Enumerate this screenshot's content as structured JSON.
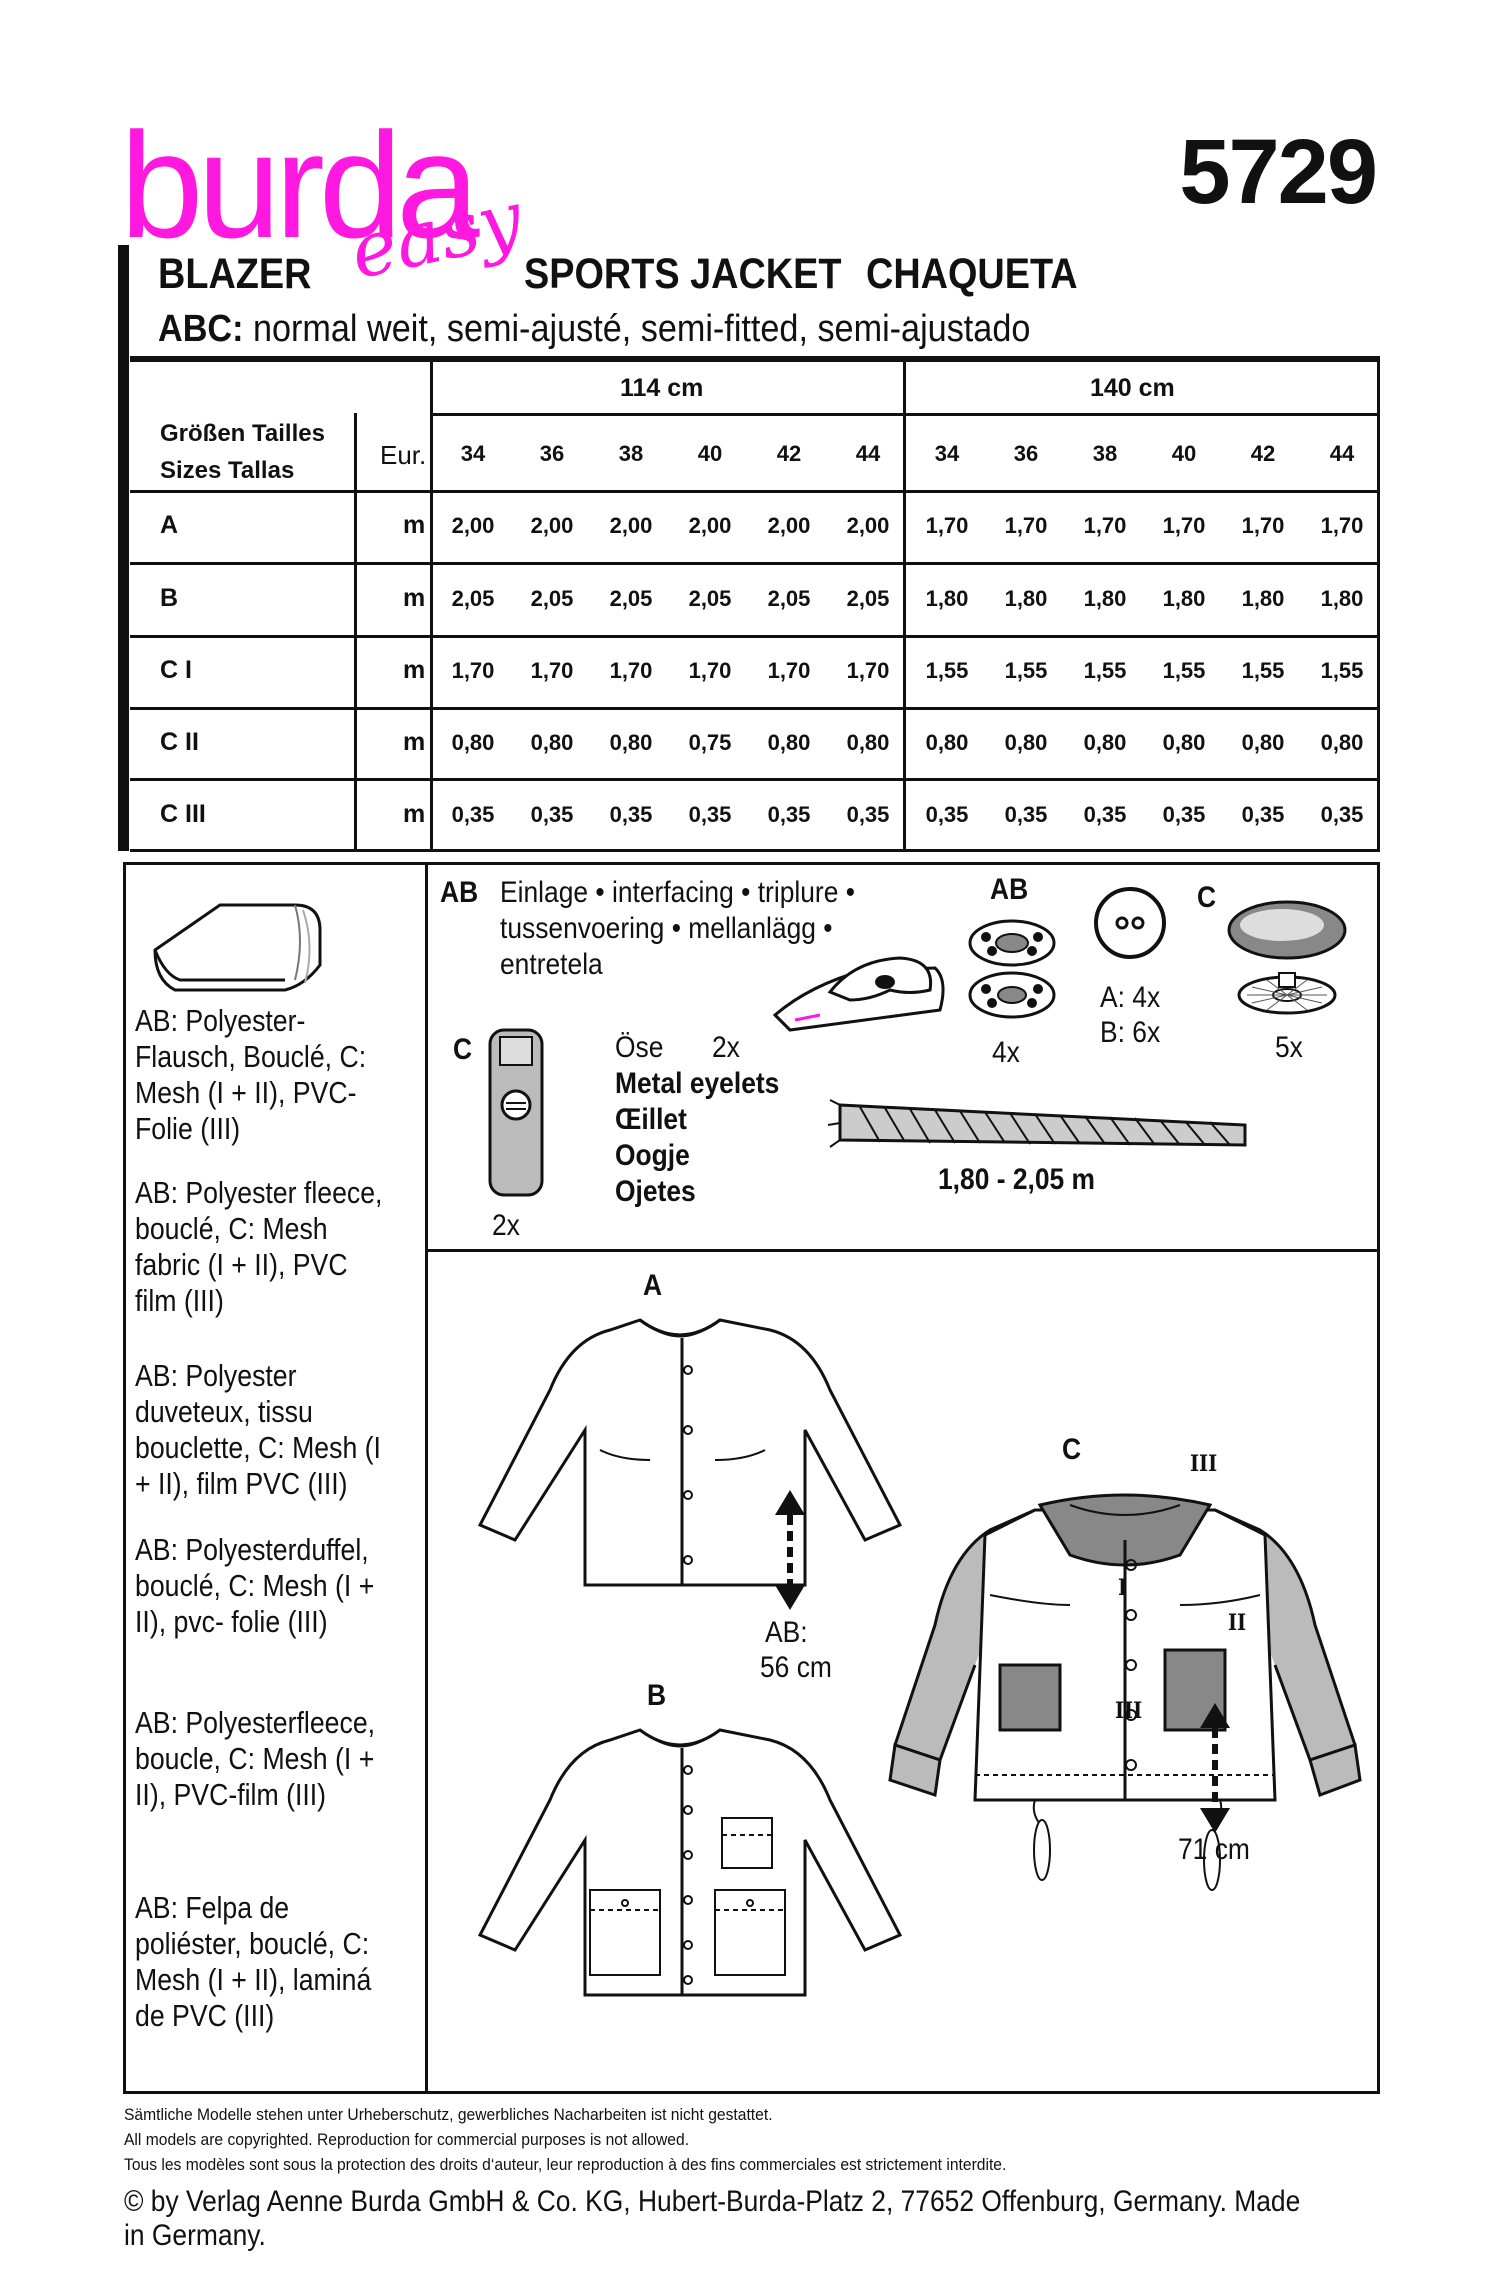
{
  "brand": {
    "logo": "burda",
    "sub": "easy",
    "pattern_number": "5729"
  },
  "titles": {
    "de": "BLAZER",
    "en": "SPORTS JACKET",
    "es": "CHAQUETA"
  },
  "subtitle": {
    "prefix": "ABC:",
    "text": "normal weit, semi-ajusté, semi-fitted, semi-ajustado"
  },
  "table": {
    "widths": [
      "114 cm",
      "140 cm"
    ],
    "size_label_1": "Größen  Tailles",
    "size_label_2": "Sizes  Tallas",
    "eur_label": "Eur.",
    "sizes": [
      "34",
      "36",
      "38",
      "40",
      "42",
      "44",
      "34",
      "36",
      "38",
      "40",
      "42",
      "44"
    ],
    "rows": [
      {
        "label": "A",
        "unit": "m",
        "values": [
          "2,00",
          "2,00",
          "2,00",
          "2,00",
          "2,00",
          "2,00",
          "1,70",
          "1,70",
          "1,70",
          "1,70",
          "1,70",
          "1,70"
        ]
      },
      {
        "label": "B",
        "unit": "m",
        "values": [
          "2,05",
          "2,05",
          "2,05",
          "2,05",
          "2,05",
          "2,05",
          "1,80",
          "1,80",
          "1,80",
          "1,80",
          "1,80",
          "1,80"
        ]
      },
      {
        "label": "C I",
        "unit": "m",
        "values": [
          "1,70",
          "1,70",
          "1,70",
          "1,70",
          "1,70",
          "1,70",
          "1,55",
          "1,55",
          "1,55",
          "1,55",
          "1,55",
          "1,55"
        ]
      },
      {
        "label": "C II",
        "unit": "m",
        "values": [
          "0,80",
          "0,80",
          "0,80",
          "0,75",
          "0,80",
          "0,80",
          "0,80",
          "0,80",
          "0,80",
          "0,80",
          "0,80",
          "0,80"
        ]
      },
      {
        "label": "C III",
        "unit": "m",
        "values": [
          "0,35",
          "0,35",
          "0,35",
          "0,35",
          "0,35",
          "0,35",
          "0,35",
          "0,35",
          "0,35",
          "0,35",
          "0,35",
          "0,35"
        ]
      }
    ]
  },
  "fabrics": [
    "AB: Polyester-Flausch, Bouclé, C: Mesh (I + II), PVC-Folie (III)",
    "AB: Polyester fleece, bouclé, C: Mesh fabric (I + II), PVC film (III)",
    "AB: Polyester duveteux, tissu bouclette, C: Mesh (I + II), film PVC (III)",
    "AB: Polyesterduffel, bouclé, C: Mesh (I + II), pvc- folie (III)",
    "AB: Polyesterfleece, boucle, C: Mesh (I + II), PVC-film (III)",
    "AB: Felpa de poliéster, bouclé, C: Mesh (I + II), laminá de PVC (III)"
  ],
  "notions": {
    "interfacing_prefix": "AB",
    "interfacing_line1": "Einlage • interfacing • triplure •",
    "interfacing_line2": "tussenvoering • mellanlägg •",
    "interfacing_line3": "entretela",
    "snaps_label": "AB",
    "snaps_qty": "4x",
    "buttons_qty_a": "A: 4x",
    "buttons_qty_b": "B: 6x",
    "covered_label": "C",
    "covered_qty": "5x",
    "stopper_label": "C",
    "stopper_qty": "2x",
    "eyelets_line1": "Öse",
    "eyelets_qty": "2x",
    "eyelets_line2": "Metal eyelets",
    "eyelets_line3": "Œillet",
    "eyelets_line4": "Oogje",
    "eyelets_line5": "Ojetes",
    "cord_length": "1,80 - 2,05 m"
  },
  "views": {
    "a_label": "A",
    "b_label": "B",
    "c_label": "C",
    "ab_length_prefix": "AB:",
    "ab_length": "56 cm",
    "c_length": "71 cm",
    "roman_1": "I",
    "roman_2": "II",
    "roman_3": "III"
  },
  "footer": {
    "line1": "Sämtliche Modelle stehen unter Urheberschutz, gewerbliches Nacharbeiten ist nicht gestattet.",
    "line2": "All models are copyrighted. Reproduction for commercial purposes is not allowed.",
    "line3": "Tous les modèles sont sous la protection des droits d‘auteur, leur reproduction à des fins commerciales est strictement interdite.",
    "line4": "© by Verlag Aenne Burda GmbH & Co. KG, Hubert-Burda-Platz 2, 77652 Offenburg, Germany. Made in Germany."
  }
}
